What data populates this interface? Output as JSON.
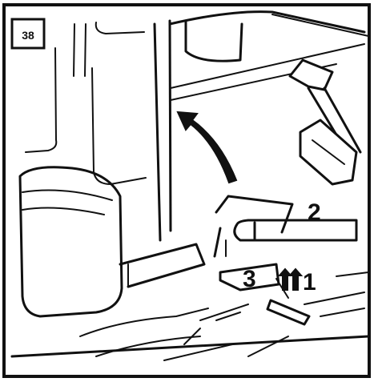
{
  "figure": {
    "number": "38",
    "callouts": [
      {
        "id": "callout-1",
        "text": "1"
      },
      {
        "id": "callout-2",
        "text": "2"
      },
      {
        "id": "callout-3",
        "text": "3"
      }
    ],
    "colors": {
      "ink": "#111111",
      "paper": "#ffffff"
    }
  }
}
